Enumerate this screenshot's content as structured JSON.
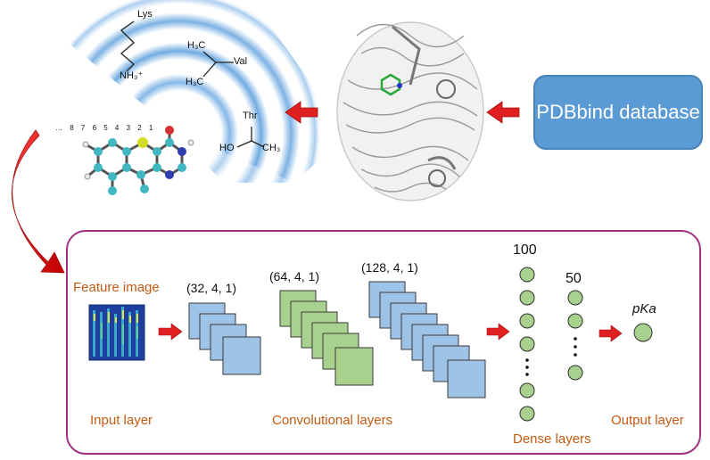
{
  "database_label": "PDBbind database",
  "chemistry": {
    "lys": "Lys",
    "nh3": "NH₃⁺",
    "h3c_top": "H₃C",
    "val": "Val",
    "h3c_bottom": "H₃C",
    "thr": "Thr",
    "ho": "HO",
    "ch3": "CH₃",
    "distance_ruler": "… 8 7 6 5 4 3 2 1"
  },
  "network": {
    "feature_image_label": "Feature image",
    "input_layer_label": "Input layer",
    "conv1_dims": "(32, 4, 1)",
    "conv2_dims": "(64, 4, 1)",
    "conv3_dims": "(128, 4, 1)",
    "convolutional_layers_label": "Convolutional layers",
    "dense1_count": "100",
    "dense2_count": "50",
    "dense_layers_label": "Dense layers",
    "output_symbol": "pKa",
    "output_layer_label": "Output layer"
  },
  "colors": {
    "arrow_red": "#e02020",
    "box_blue": "#5b9bd5",
    "conv_blue": "#9dc3e6",
    "conv_green": "#a9d18e",
    "node_green": "#a9d18e",
    "panel_border": "#a0317f",
    "label_orange": "#c55a11"
  }
}
